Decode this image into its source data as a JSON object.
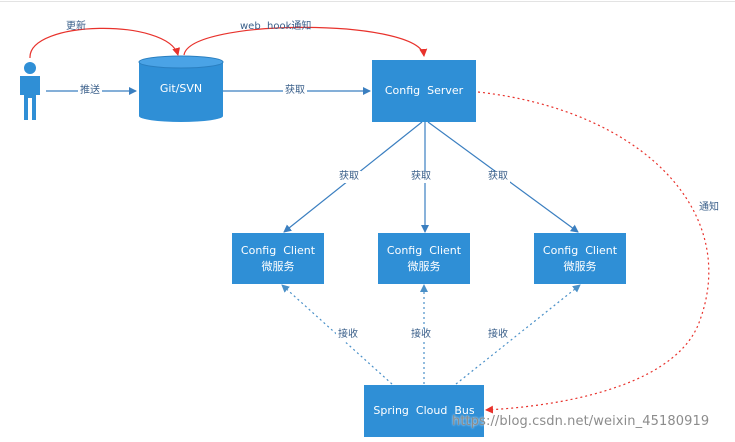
{
  "nodes": {
    "git": "Git/SVN",
    "server": "Config  Server",
    "clients": [
      {
        "title": "Config  Client",
        "subtitle": "微服务"
      },
      {
        "title": "Config  Client",
        "subtitle": "微服务"
      },
      {
        "title": "Config  Client",
        "subtitle": "微服务"
      }
    ],
    "bus": "Spring  Cloud  Bus"
  },
  "edges": {
    "update": "更新",
    "webhook": "web  hook通知",
    "push": "推送",
    "fetch_git": "获取",
    "fetch_clients": [
      "获取",
      "获取",
      "获取"
    ],
    "notify": "通知",
    "receive": [
      "接收",
      "接收",
      "接收"
    ]
  },
  "watermark": "https://blog.csdn.net/weixin_45180919",
  "colors": {
    "node_fill": "#2f8fd6",
    "solid_edge": "#3b7fc0",
    "dotted_edge": "#4a90c8",
    "red_edge": "#e8322c"
  }
}
